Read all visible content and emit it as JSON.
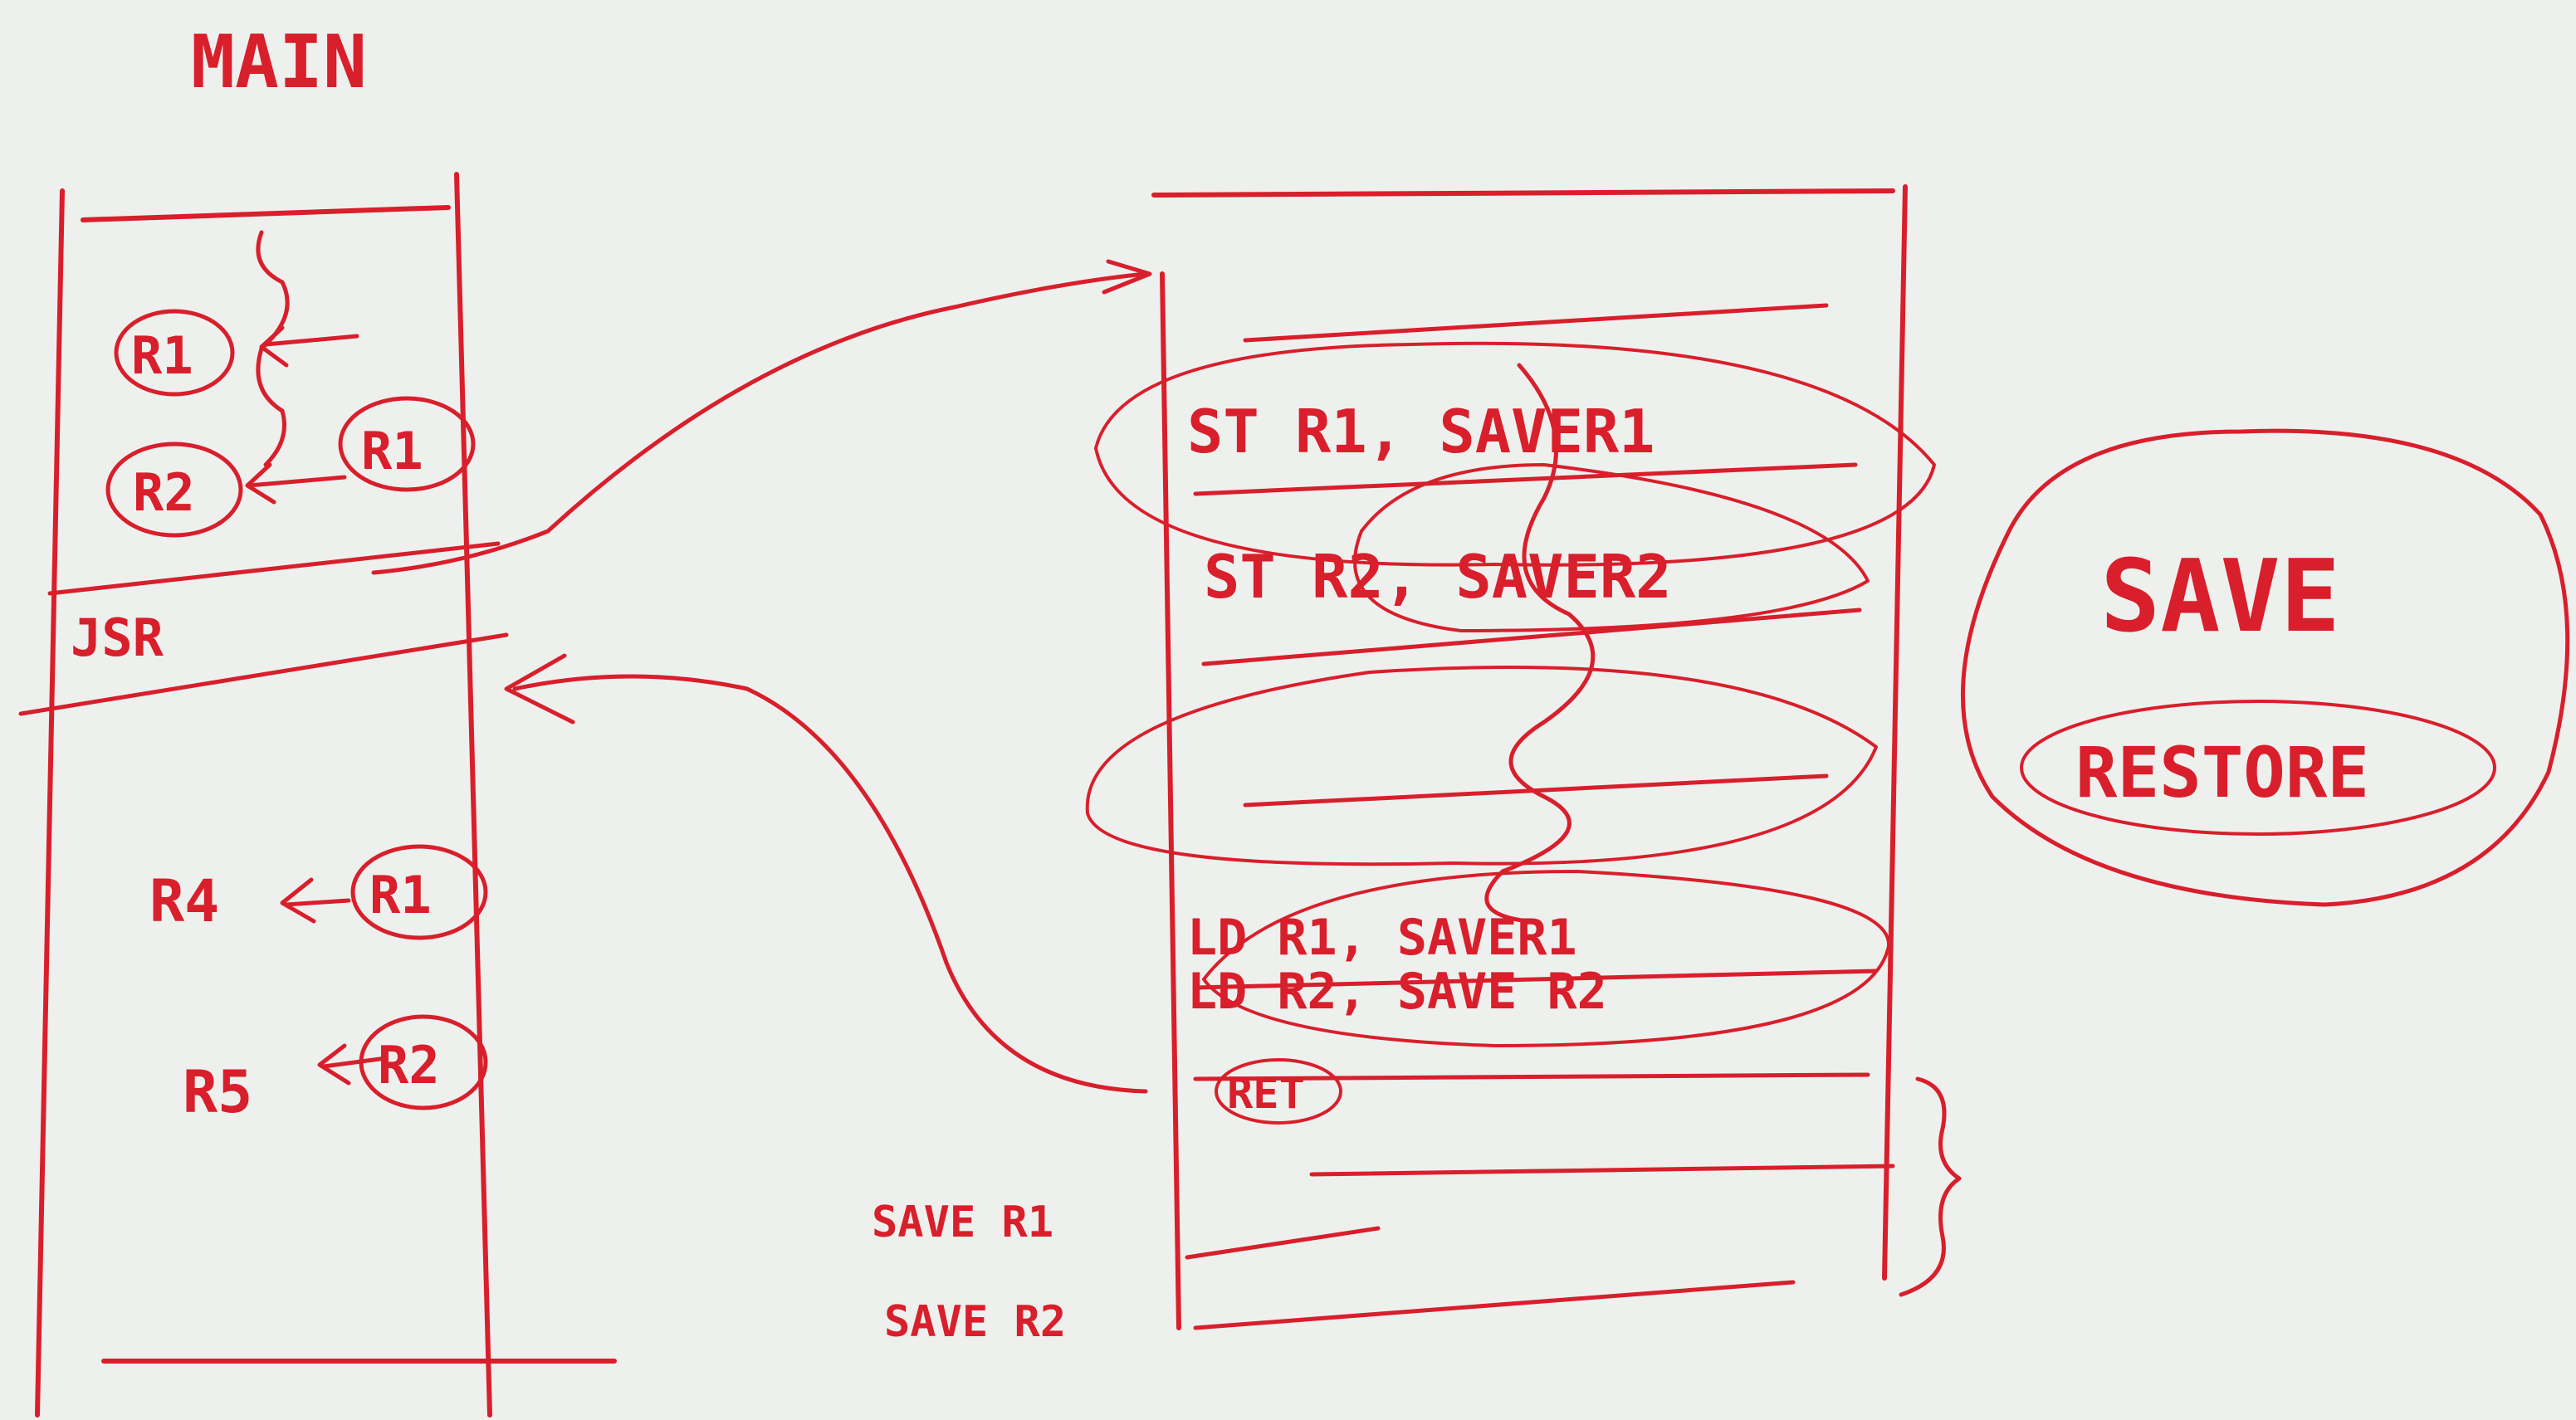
{
  "board": {
    "ink_color": "#d81f2b",
    "background": "#eef0ee"
  },
  "main": {
    "title": "MAIN",
    "r1": "R1",
    "r2": "R2",
    "r_src": "R1",
    "jsr": "JSR",
    "r4_label": "R4",
    "r4_src": "R1",
    "r5_label": "R5",
    "r5_src": "R2"
  },
  "subroutine": {
    "st_r1": "ST R1, SAVER1",
    "st_r2": "ST R2, SAVER2",
    "ld_r1": "LD R1, SAVER1",
    "ld_r2": "LD R2, SAVE R2",
    "ret": "RET",
    "save_r1_label": "SAVE R1",
    "save_r2_label": "SAVE R2"
  },
  "callout": {
    "title": "SAVE",
    "subtitle": "RESTORE"
  }
}
